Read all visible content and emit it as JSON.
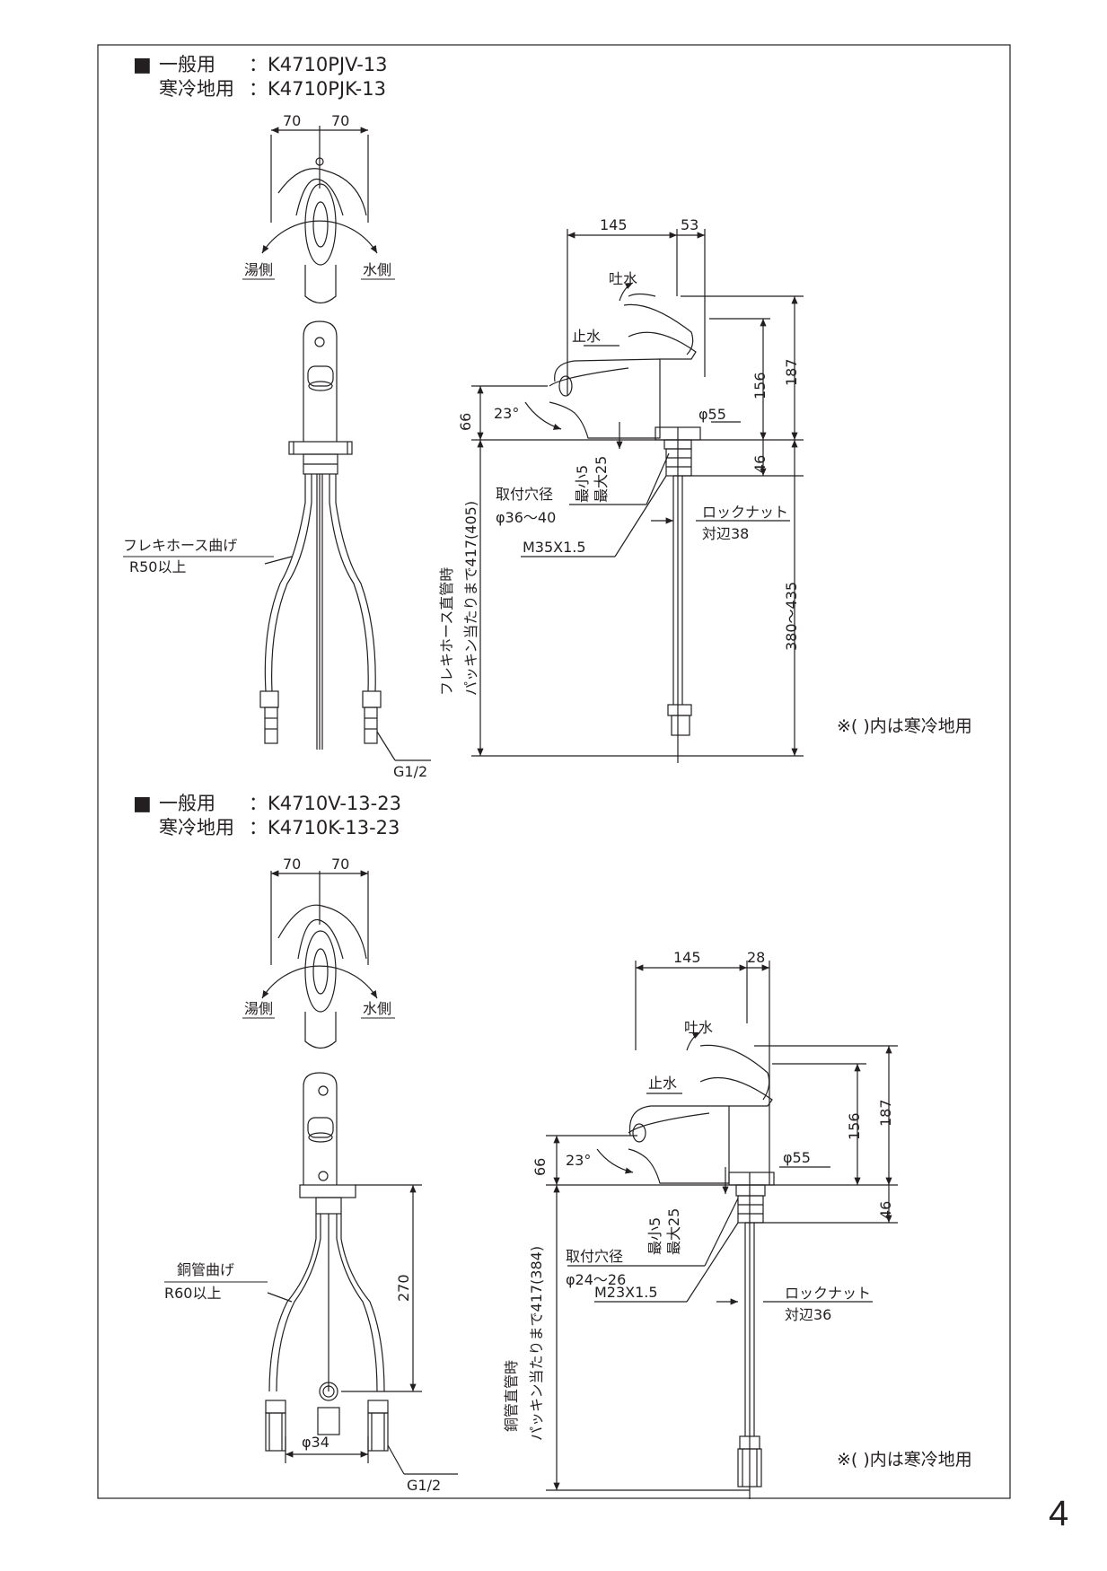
{
  "section1": {
    "bullet": "■",
    "line1_label": "一般用",
    "line1_model": "：K4710PJV-13",
    "line2_label": "寒冷地用",
    "line2_model": "：K4710PJK-13",
    "top_dim_left": "70",
    "top_dim_right": "70",
    "hot_side": "湯側",
    "cold_side": "水側",
    "hose_note_1": "フレキホース曲げ",
    "hose_note_2": "R50以上",
    "thread": "G1/2",
    "side": {
      "dim_145": "145",
      "dim_53": "53",
      "spout_label": "吐水",
      "stop_label": "止水",
      "dim_187": "187",
      "dim_156": "156",
      "dim_66": "66",
      "angle": "23°",
      "dia_55": "φ55",
      "dim_46": "46",
      "min_max_1": "最小5",
      "min_max_2": "最大25",
      "hole_label": "取付穴径",
      "hole_value": "φ36～40",
      "thread_size": "M35X1.5",
      "locknut_1": "ロックナット",
      "locknut_2": "対辺38",
      "range": "380～435",
      "vertical_note_1": "フレキホース直管時",
      "vertical_note_2": "パッキン当たりまで417(405)",
      "cold_note": "※( )内は寒冷地用"
    }
  },
  "section2": {
    "bullet": "■",
    "line1_label": "一般用",
    "line1_model": "：K4710V-13-23",
    "line2_label": "寒冷地用",
    "line2_model": "：K4710K-13-23",
    "top_dim_left": "70",
    "top_dim_right": "70",
    "hot_side": "湯側",
    "cold_side": "水側",
    "pipe_note_1": "銅管曲げ",
    "pipe_note_2": "R60以上",
    "dim_270": "270",
    "dia_34": "φ34",
    "thread": "G1/2",
    "side": {
      "dim_145": "145",
      "dim_28": "28",
      "spout_label": "吐水",
      "stop_label": "止水",
      "dim_187": "187",
      "dim_156": "156",
      "dim_66": "66",
      "angle": "23°",
      "dia_55": "φ55",
      "dim_46": "46",
      "min_max_1": "最小5",
      "min_max_2": "最大25",
      "hole_label": "取付穴径",
      "hole_value": "φ24～26",
      "thread_size": "M23X1.5",
      "locknut_1": "ロックナット",
      "locknut_2": "対辺36",
      "vertical_note_1": "銅管直管時",
      "vertical_note_2": "パッキン当たりまで417(384)",
      "cold_note": "※( )内は寒冷地用"
    }
  },
  "page_number": "4"
}
